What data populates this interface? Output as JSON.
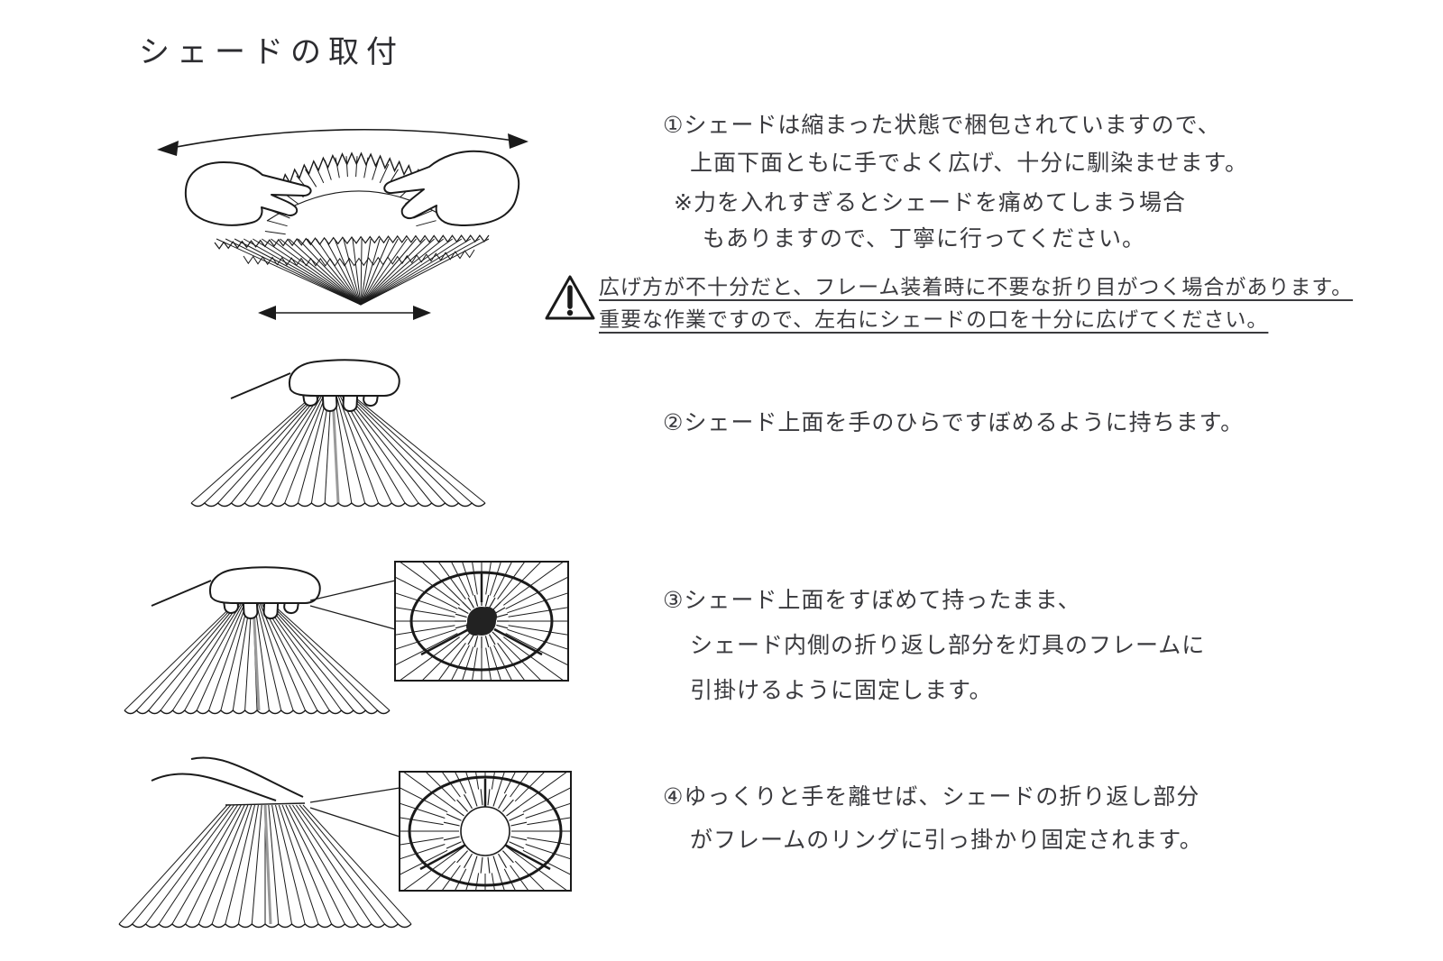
{
  "title": "シェードの取付",
  "step1": {
    "lines": [
      "①シェードは縮まった状態で梱包されていますので、",
      "上面下面ともに手でよく広げ、十分に馴染ませます。"
    ]
  },
  "note": {
    "lines": [
      "※力を入れすぎるとシェードを痛めてしまう場合",
      "もありますので、丁寧に行ってください。"
    ]
  },
  "warning": {
    "icon": "warning-triangle-icon",
    "lines": [
      "広げ方が不十分だと、フレーム装着時に不要な折り目がつく場合があります。",
      "重要な作業ですので、左右にシェードの口を十分に広げてください。"
    ]
  },
  "step2": {
    "lines": [
      "②シェード上面を手のひらですぼめるように持ちます。"
    ]
  },
  "step3": {
    "lines": [
      "③シェード上面をすぼめて持ったまま、",
      "シェード内側の折り返し部分を灯具のフレームに",
      "引掛けるように固定します。"
    ]
  },
  "step4": {
    "lines": [
      "④ゆっくりと手を離せば、シェードの折り返し部分",
      "がフレームのリングに引っ掛かり固定されます。"
    ]
  },
  "colors": {
    "background": "#ffffff",
    "text": "#3a3a3e",
    "line_art": "#1a1a1a",
    "center_pleat": "#999999"
  }
}
